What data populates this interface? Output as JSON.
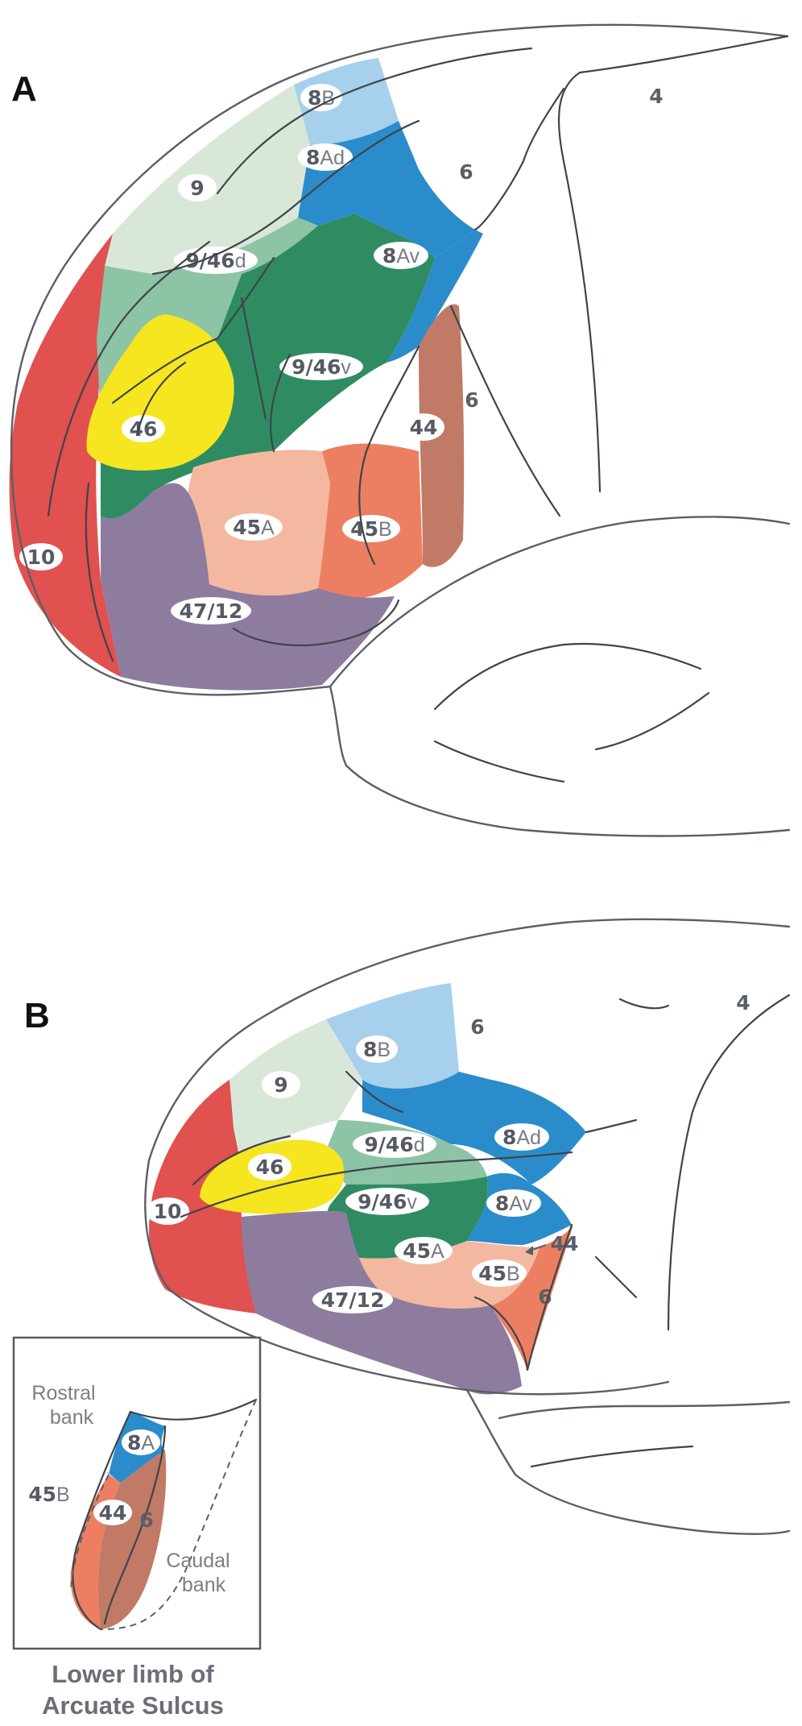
{
  "panels": {
    "a": {
      "letter": "A",
      "areas": {
        "a8b": {
          "num": "8",
          "sfx": "B"
        },
        "a8ad": {
          "num": "8",
          "sfx": "Ad"
        },
        "a9": {
          "num": "9",
          "sfx": ""
        },
        "a946d": {
          "num": "9/46",
          "sfx": "d"
        },
        "a8av": {
          "num": "8",
          "sfx": "Av"
        },
        "a946v": {
          "num": "9/46",
          "sfx": "v"
        },
        "a46": {
          "num": "46",
          "sfx": ""
        },
        "a44": {
          "num": "44",
          "sfx": ""
        },
        "a45a": {
          "num": "45",
          "sfx": "A"
        },
        "a45b": {
          "num": "45",
          "sfx": "B"
        },
        "a10": {
          "num": "10",
          "sfx": ""
        },
        "a4712": {
          "num": "47/12",
          "sfx": ""
        }
      },
      "plain": {
        "p4": "4",
        "p6top": "6",
        "p6mid": "6"
      }
    },
    "b": {
      "letter": "B",
      "areas": {
        "b8b": {
          "num": "8",
          "sfx": "B"
        },
        "b9": {
          "num": "9",
          "sfx": ""
        },
        "b946d": {
          "num": "9/46",
          "sfx": "d"
        },
        "b8ad": {
          "num": "8",
          "sfx": "Ad"
        },
        "b46": {
          "num": "46",
          "sfx": ""
        },
        "b946v": {
          "num": "9/46",
          "sfx": "v"
        },
        "b8av": {
          "num": "8",
          "sfx": "Av"
        },
        "b10": {
          "num": "10",
          "sfx": ""
        },
        "b45a": {
          "num": "45",
          "sfx": "A"
        },
        "b45b": {
          "num": "45",
          "sfx": "B"
        },
        "b4712": {
          "num": "47/12",
          "sfx": ""
        }
      },
      "plain": {
        "p4": "4",
        "p6top": "6",
        "p6low": "6",
        "p44": "44"
      }
    },
    "inset": {
      "rostral": "Rostral",
      "rostral2": "bank",
      "caudal": "Caudal",
      "caudal2": "bank",
      "a8a": {
        "num": "8",
        "sfx": "A"
      },
      "a44": {
        "num": "44",
        "sfx": ""
      },
      "a45b": {
        "num": "45",
        "sfx": "B"
      },
      "six": "6",
      "caption1": "Lower limb of",
      "caption2": "Arcuate Sulcus"
    }
  },
  "colors": {
    "area10": "#e0514f",
    "area46": "#f6e61f",
    "area9": "#d9e7d9",
    "area946d": "#8dc4a6",
    "area946v": "#2f8c62",
    "area8B": "#a7d0ec",
    "area8A": "#2b8ccb",
    "area44": "#c07a66",
    "area45A": "#f4b8a0",
    "area45B": "#ec7f62",
    "area4712": "#8e7c9f"
  }
}
